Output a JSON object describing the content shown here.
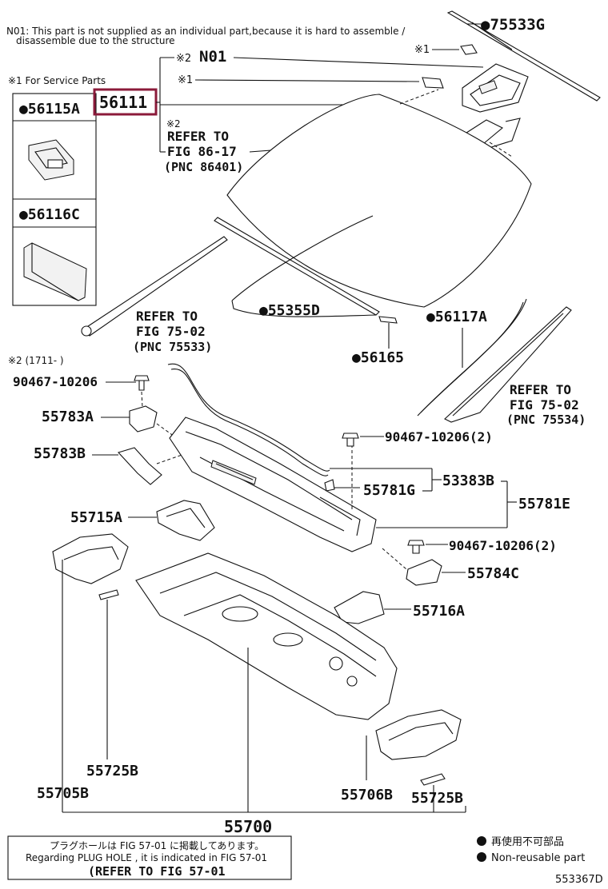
{
  "note": {
    "n01_line1": "N01: This part is not supplied as an individual part,because it is hard to assemble /",
    "n01_line2": "disassemble due to the structure",
    "service_parts": "※1 For Service Parts",
    "note2_date": "※2 (1711-     )"
  },
  "service_box": {
    "part_a": "●56115A",
    "part_b": "●56116C"
  },
  "labels": {
    "p75533G": "●75533G",
    "mark1_top": "※1",
    "mark2_n01_prefix": "※2",
    "n01": "N01",
    "mark1_mid": "※1",
    "p56111": "56111",
    "mark2_refer": "※2",
    "refer_86_1": "REFER TO",
    "refer_86_2": "FIG 86-17",
    "refer_86_3": "(PNC 86401)",
    "refer_75533_1": "REFER TO",
    "refer_75533_2": "FIG 75-02",
    "refer_75533_3": "(PNC 75533)",
    "p55355D": "●55355D",
    "p56165": "●56165",
    "p56117A": "●56117A",
    "refer_75534_1": "REFER TO",
    "refer_75534_2": "FIG 75-02",
    "refer_75534_3": "(PNC 75534)",
    "p90467_a": "90467-10206",
    "p55783A": "55783A",
    "p55783B": "55783B",
    "p90467_b": "90467-10206(2)",
    "p55781G": "55781G",
    "p53383B": "53383B",
    "p55781E": "55781E",
    "p55715A": "55715A",
    "p90467_c": "90467-10206(2)",
    "p55784C": "55784C",
    "p55716A": "55716A",
    "p55725B_left": "55725B",
    "p55705B": "55705B",
    "p55706B": "55706B",
    "p55725B_right": "55725B",
    "p55700": "55700"
  },
  "footer": {
    "jp_line": "プラグホールは FIG 57-01 に掲載してあります。",
    "en_line": "Regarding  PLUG  HOLE , it is indicated in FIG  57-01",
    "refer_line": "(REFER TO FIG 57-01",
    "legend_jp": "再使用不可部品",
    "legend_en": "Non-reusable part",
    "figure_id": "553367D"
  },
  "colors": {
    "highlight": "#8b1a3a",
    "ink": "#111111"
  }
}
